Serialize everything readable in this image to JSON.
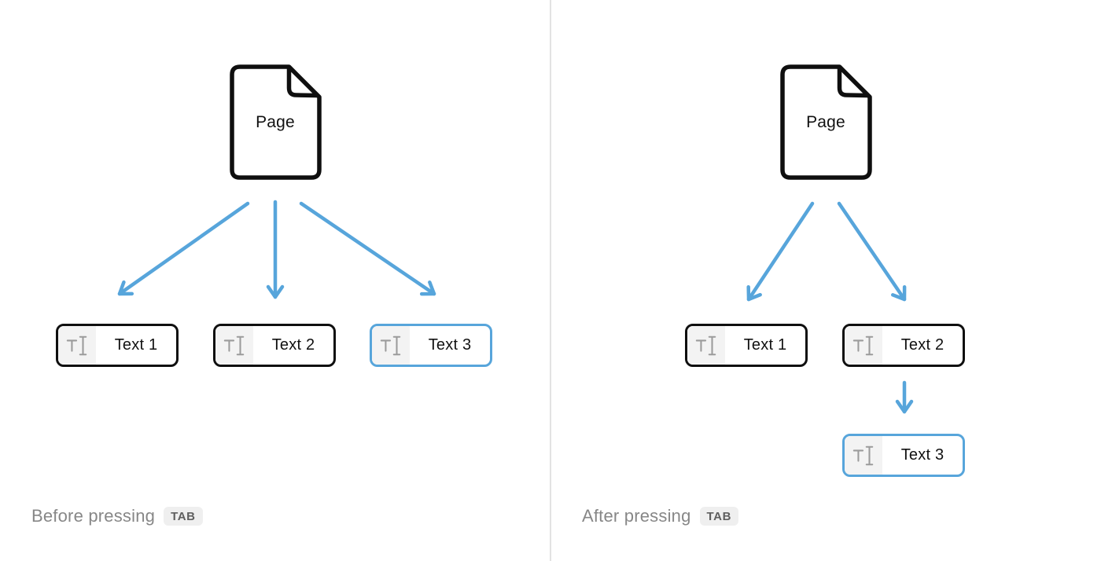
{
  "colors": {
    "accent_blue": "#57a5db",
    "block_border": "#0f0f0f",
    "caption_text": "#878787",
    "badge_bg": "#efefef",
    "badge_text": "#5f5f5f",
    "icon_gray": "#9b9b9b",
    "icon_section_bg": "#f3f3f3",
    "divider": "#e3e3e3"
  },
  "panels": [
    {
      "id": "before",
      "page": {
        "label": "Page"
      },
      "blocks": [
        {
          "label": "Text 1",
          "highlighted": false
        },
        {
          "label": "Text 2",
          "highlighted": false
        },
        {
          "label": "Text 3",
          "highlighted": true
        }
      ],
      "caption": "Before pressing",
      "key": "TAB"
    },
    {
      "id": "after",
      "page": {
        "label": "Page"
      },
      "blocks": [
        {
          "label": "Text 1",
          "highlighted": false
        },
        {
          "label": "Text 2",
          "highlighted": false
        },
        {
          "label": "Text 3",
          "highlighted": true
        }
      ],
      "caption": "After pressing",
      "key": "TAB"
    }
  ]
}
